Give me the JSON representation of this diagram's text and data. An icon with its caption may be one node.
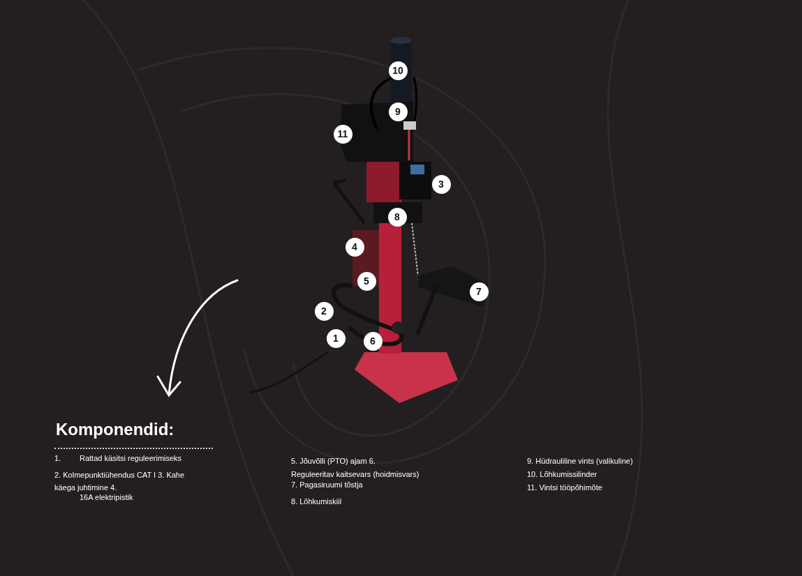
{
  "diagram": {
    "title": "Komponendid:",
    "labels": [
      "10",
      "9",
      "11",
      "3",
      "8",
      "4",
      "5",
      "7",
      "2",
      "1",
      "6",
      "1.",
      "Rattad käsitsi reguleerimiseks",
      "2. Kolmepunktiühendus CAT I 3. Kahe",
      "käega juhtimine 4.",
      "16A elektripistik",
      "5. Jõuvõlli (PTO) ajam 6.",
      "Reguleeritav kaitsevars (hoidmisvars)",
      "7. Pagasiruumi tõstja",
      "8. Lõhkumiskiil",
      "9. Hüdrauliline vints (valikuline)",
      "10. Lõhkumissilinder",
      "11. Vintsi tööpõhimõte"
    ]
  }
}
